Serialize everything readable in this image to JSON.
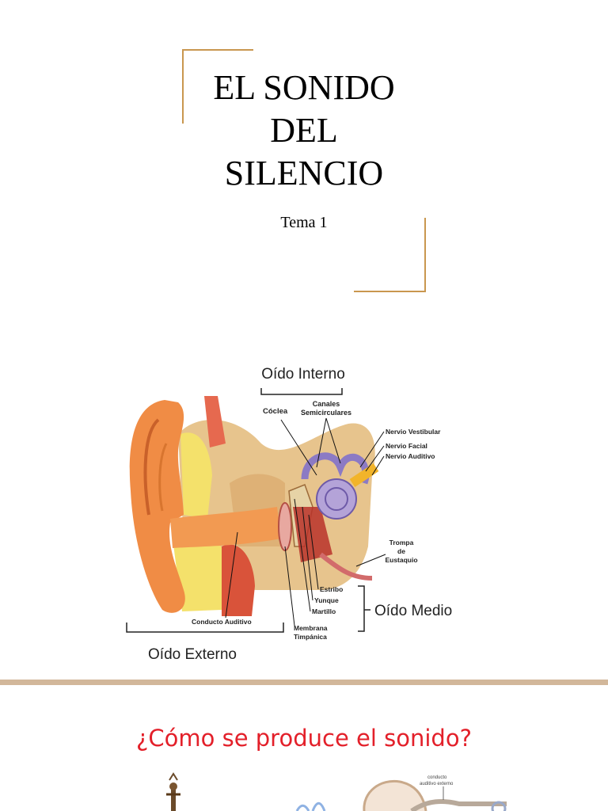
{
  "slide1": {
    "title_lines": [
      "EL SONIDO",
      "DEL",
      "SILENCIO"
    ],
    "subtitle": "Tema 1",
    "diagram": {
      "inner_ear": "Oído Interno",
      "middle_ear": "Oído Medio",
      "outer_ear": "Oído Externo",
      "labels": {
        "coclea": "Cóclea",
        "canales_1": "Canales",
        "canales_2": "Semicirculares",
        "nervio_vestibular": "Nervio Vestibular",
        "nervio_facial": "Nervio Facial",
        "nervio_auditivo": "Nervio Auditivo",
        "trompa_1": "Trompa",
        "trompa_2": "de",
        "trompa_3": "Eustaquio",
        "estribo": "Estribo",
        "yunque": "Yunque",
        "martillo": "Martillo",
        "membrana_1": "Membrana",
        "membrana_2": "Timpánica",
        "conducto": "Conducto Auditivo"
      }
    }
  },
  "slide2": {
    "title": "¿Cómo se produce el sonido?",
    "small_label_1": "conducto",
    "small_label_2": "auditivo externo"
  }
}
